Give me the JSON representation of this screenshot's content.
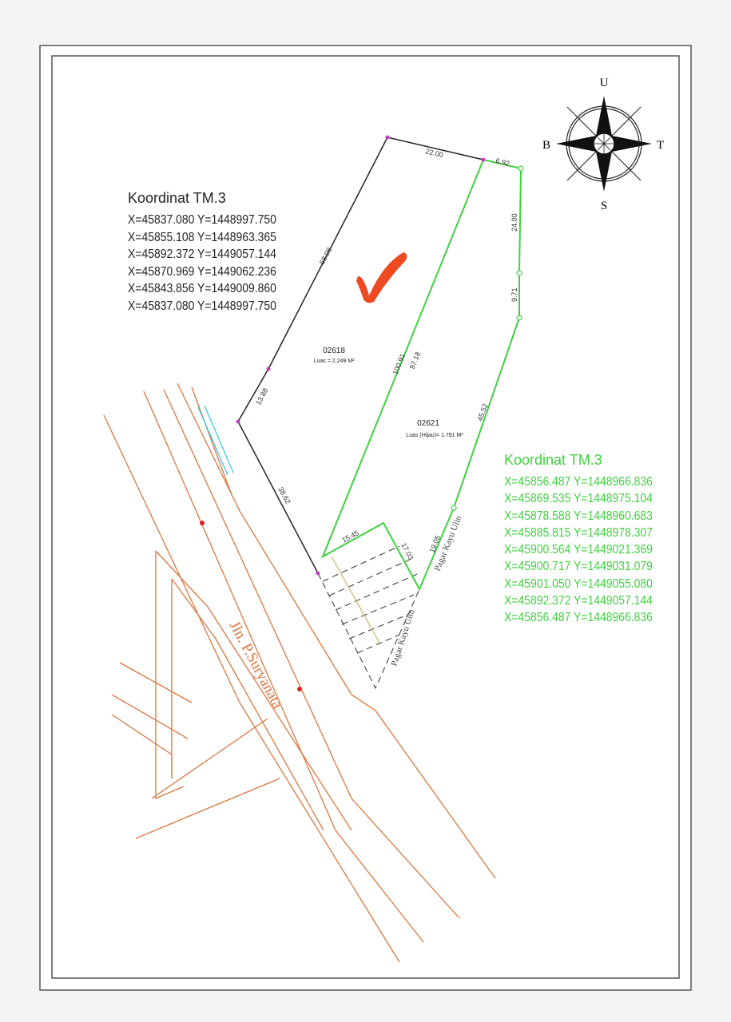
{
  "compass": {
    "north": "U",
    "south": "S",
    "east": "T",
    "west": "B"
  },
  "parcel_black": {
    "id": "02618",
    "area": "Luas = 2.249 M²",
    "coord_title": "Koordinat TM.3",
    "coords": [
      "X=45837.080  Y=1448997.750",
      "X=45855.108  Y=1448963.365",
      "X=45892.372  Y=1449057.144",
      "X=45870.969  Y=1449062.236",
      "X=45843.856  Y=1449009.860",
      "X=45837.080  Y=1448997.750"
    ],
    "dimensions": {
      "top": "22.00",
      "upper_left": "58.98",
      "mid_left": "13.88",
      "lower_left": "38.62",
      "shared_a": "100.91",
      "shared_b": "97.18"
    }
  },
  "parcel_green": {
    "id": "02621",
    "area": "Luas (Hijau)= 1.791 M²",
    "coord_title": "Koordinat TM.3",
    "coords": [
      "X=45856.487  Y=1448966.836",
      "X=45869.535  Y=1448975.104",
      "X=45878.588  Y=1448960.683",
      "X=45885.815  Y=1448978.307",
      "X=45900.564  Y=1449021.369",
      "X=45900.717  Y=1449031.079",
      "X=45901.050  Y=1449055.080",
      "X=45892.372  Y=1449057.144",
      "X=45856.487  Y=1448966.836"
    ],
    "dimensions": {
      "top": "6.92",
      "right_upper": "24.00",
      "right_mid": "9.71",
      "right_lower": "45.52",
      "bottom_right": "19.05",
      "notch_a": "15.45",
      "notch_b": "17.03"
    }
  },
  "fence_labels": [
    "Pagar Kayu Ulin",
    "Pagar Kayu Ulin"
  ],
  "road_label": "Jln. P.Suryanata",
  "colors": {
    "green": "#3ed13e",
    "road": "#d9773f",
    "check": "#ee4a22",
    "vertex": "#c040c0"
  }
}
